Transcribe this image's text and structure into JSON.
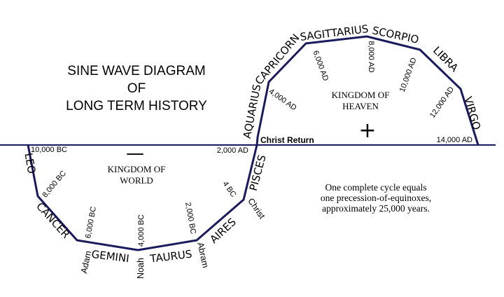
{
  "title": {
    "line1": "SINE WAVE DIAGRAM",
    "line2": "OF",
    "line3": "LONG TERM HISTORY"
  },
  "signs": {
    "leo": "LEO",
    "cancer": "CANCER",
    "gemini": "GEMINI",
    "taurus": "TAURUS",
    "aires": "AIRES",
    "pisces": "PISCES",
    "aquarius": "AQUARIUS",
    "capricorn": "CAPRICORN",
    "sagittarius": "SAGITTARIUS",
    "scorpio": "SCORPIO",
    "libra": "LIBRA",
    "virgo": "VIRGO"
  },
  "dates": {
    "d10000bc": "10,000 BC",
    "d8000bc": "8,000 BC",
    "d6000bc": "6,000 BC",
    "d4000bc": "4,000 BC",
    "d2000bc": "2,000 BC",
    "d4bc": "4 BC",
    "d2000ad": "2,000 AD",
    "d4000ad": "4,000 AD",
    "d6000ad": "6,000 AD",
    "d8000ad": "8,000 AD",
    "d10000ad": "10,000 AD",
    "d12000ad": "12,000 AD",
    "d14000ad": "14,000 AD"
  },
  "figures": {
    "adam": "Adam",
    "noah": "Noah",
    "abram": "Abram",
    "christ": "Christ",
    "christ_return": "Christ Return"
  },
  "kingdoms": {
    "world_line1": "KINGDOM OF",
    "world_line2": "WORLD",
    "world_symbol": "—",
    "heaven_line1": "KINGDOM OF",
    "heaven_line2": "HEAVEN",
    "heaven_symbol": "+"
  },
  "note": {
    "line1": "One complete cycle equals",
    "line2": "one precession-of-equinoxes,",
    "line3": "approximately 25,000 years."
  },
  "colors": {
    "wave": "#1a1a5e",
    "axis": "#1a1a5e",
    "text": "#000000"
  }
}
